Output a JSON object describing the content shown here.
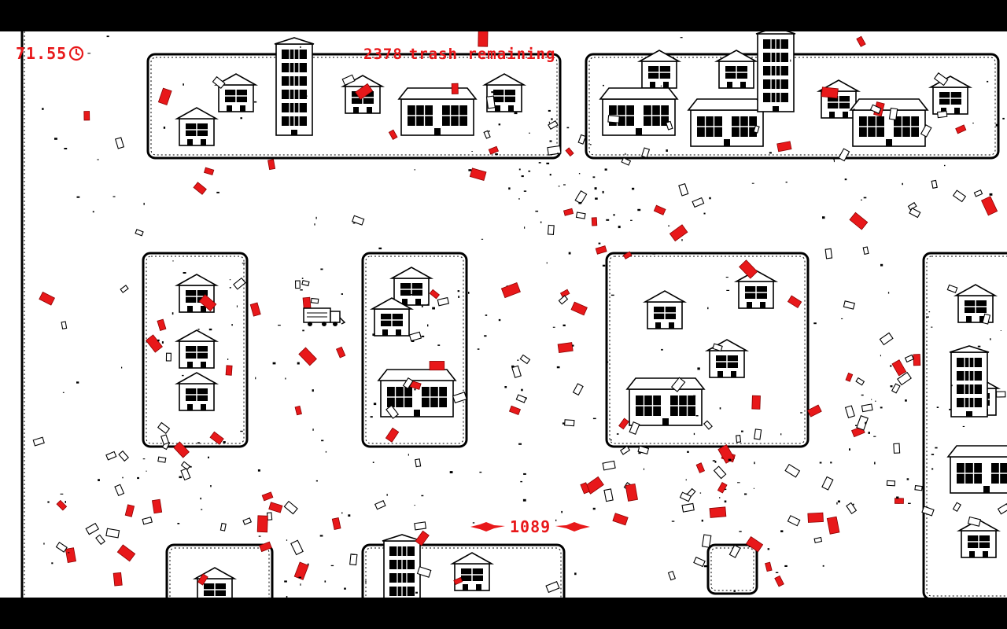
{
  "hud": {
    "timer": "71.55",
    "trash_count": "2378",
    "trash_label": "trash remaining",
    "score": "1089"
  },
  "colors": {
    "accent": "#e8181a",
    "ink": "#000000",
    "paper": "#ffffff"
  },
  "icons": [
    "clock-icon",
    "splat-left-icon",
    "splat-right-icon",
    "garbage-truck-icon"
  ]
}
